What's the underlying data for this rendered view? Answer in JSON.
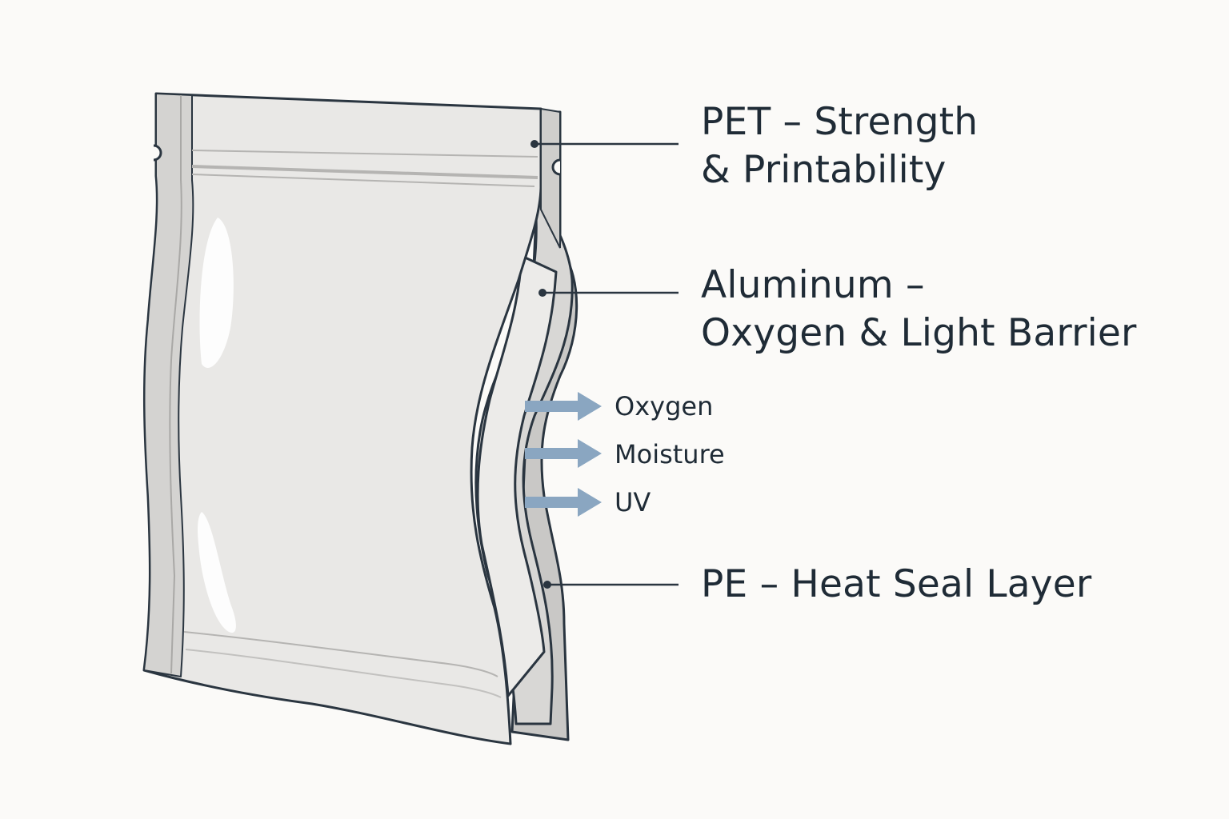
{
  "callouts": {
    "pet": {
      "line1": "PET – Strength",
      "line2": "& Printability"
    },
    "aluminum": {
      "line1": "Aluminum –",
      "line2": "Oxygen & Light Barrier"
    },
    "pe": {
      "line1": "PE – Heat Seal Layer"
    }
  },
  "barriers": {
    "oxygen": "Oxygen",
    "moisture": "Moisture",
    "uv": "UV"
  },
  "colors": {
    "outline": "#2a3540",
    "arrow": "#8aa6c1",
    "pouch_fill": "#e9e8e6",
    "seal_fill": "#d4d3d1",
    "layer_fill": "#c4c3c1"
  }
}
